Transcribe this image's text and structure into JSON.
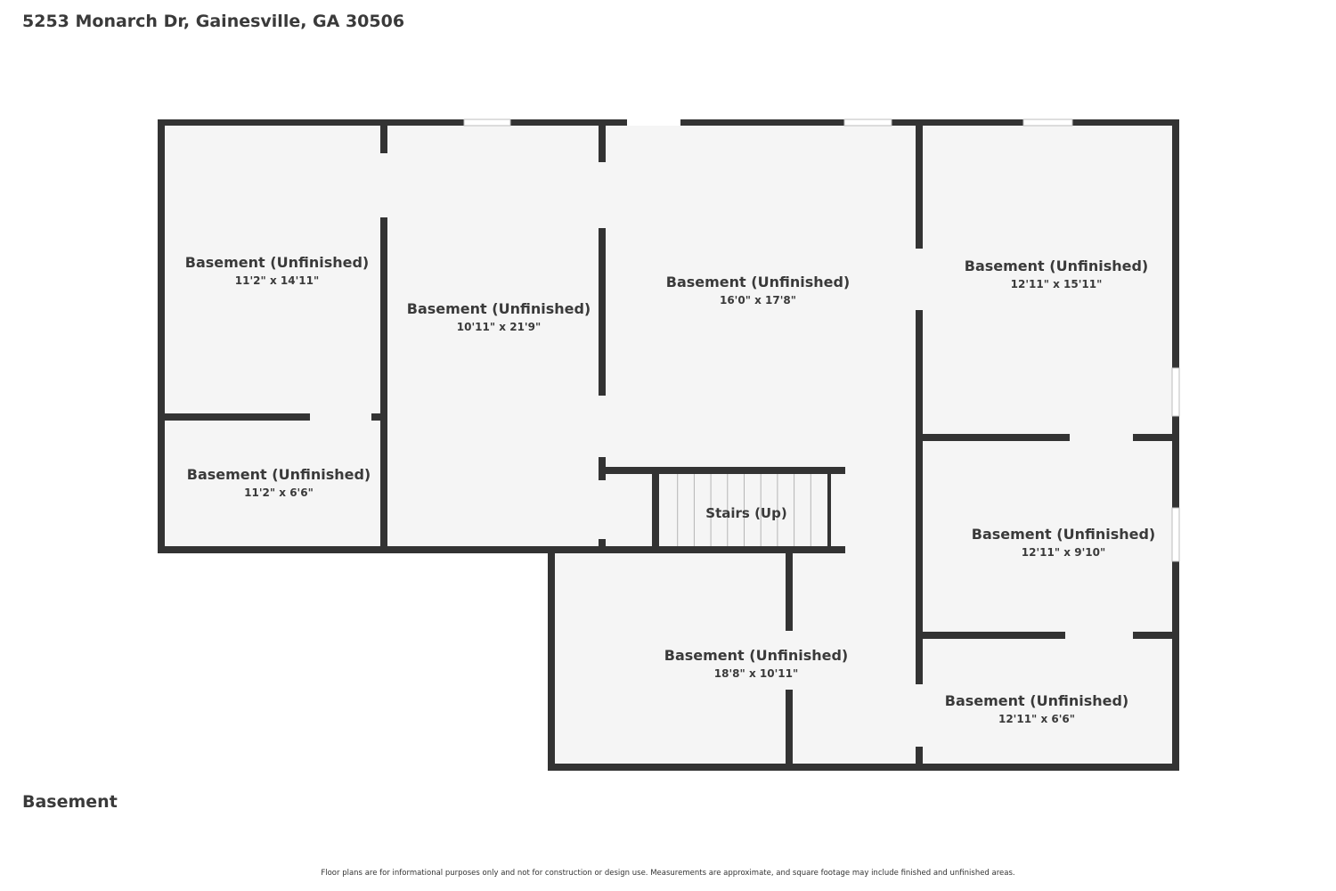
{
  "header": {
    "address": "5253 Monarch Dr, Gainesville, GA 30506"
  },
  "floor": {
    "label": "Basement"
  },
  "footer": {
    "disclaimer": "Floor plans are for informational purposes only and not for construction or design use. Measurements are approximate, and square footage may include finished and unfinished areas."
  },
  "rooms": [
    {
      "name": "Basement (Unfinished)",
      "dims": "11'2\" x 14'11\""
    },
    {
      "name": "Basement (Unfinished)",
      "dims": "10'11\" x 21'9\""
    },
    {
      "name": "Basement (Unfinished)",
      "dims": "16'0\" x 17'8\""
    },
    {
      "name": "Basement (Unfinished)",
      "dims": "12'11\" x 15'11\""
    },
    {
      "name": "Basement (Unfinished)",
      "dims": "11'2\" x 6'6\""
    },
    {
      "name": "Basement (Unfinished)",
      "dims": "12'11\" x 9'10\""
    },
    {
      "name": "Basement (Unfinished)",
      "dims": "18'8\" x 10'11\""
    },
    {
      "name": "Basement (Unfinished)",
      "dims": "12'11\" x 6'6\""
    }
  ],
  "stairs": {
    "label": "Stairs (Up)"
  },
  "colors": {
    "wall": "#333333",
    "floor": "#f5f5f5",
    "window": "#ffffff"
  }
}
